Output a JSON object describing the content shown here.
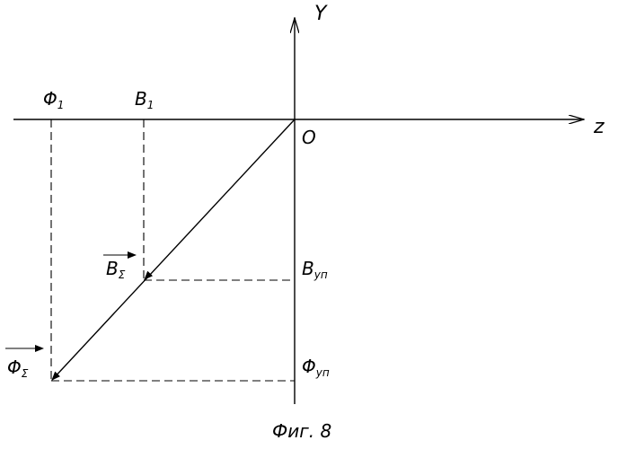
{
  "axes": {
    "y_label": "Y",
    "z_label": "z",
    "origin_label": "O"
  },
  "points": {
    "phi1": {
      "main": "Φ",
      "sub": "1"
    },
    "b1": {
      "main": "B",
      "sub": "1"
    },
    "b_sigma": {
      "main": "B",
      "sub": "Σ"
    },
    "phi_sigma": {
      "main": "Φ",
      "sub": "Σ"
    },
    "b_yp": {
      "main": "B",
      "sub": "уп"
    },
    "phi_yp": {
      "main": "Φ",
      "sub": "уп"
    }
  },
  "caption": "Фиг. 8"
}
